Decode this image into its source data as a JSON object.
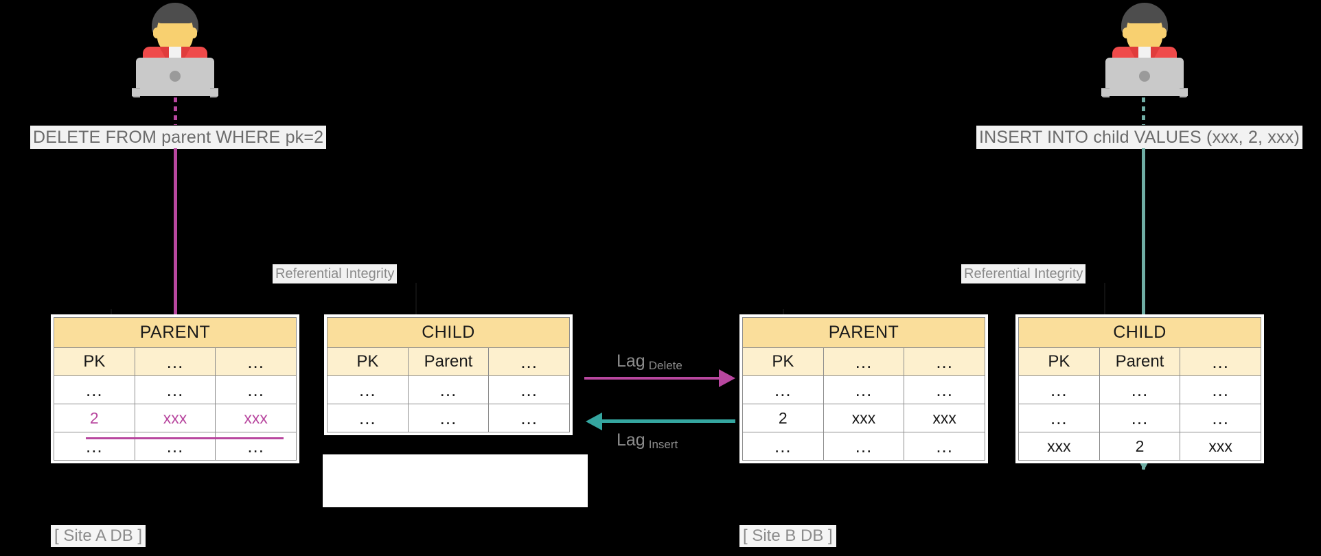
{
  "diagram": {
    "title": "Distributed DB referential integrity lag",
    "colors": {
      "delete_magenta": "#b8479f",
      "insert_teal": "#35a6a0",
      "table_title_bg": "#fade9b",
      "table_header_bg": "#fdf0ce",
      "background": "#000000"
    }
  },
  "left": {
    "sql": "DELETE FROM parent WHERE pk=2",
    "ri_label": "Referential Integrity",
    "site_label": "[ Site A DB ]",
    "parent_table": {
      "title": "PARENT",
      "headers": [
        "PK",
        "...",
        "..."
      ],
      "rows": [
        [
          "...",
          "...",
          "..."
        ],
        [
          "2",
          "xxx",
          "xxx"
        ],
        [
          "...",
          "...",
          "..."
        ]
      ]
    },
    "child_table": {
      "title": "CHILD",
      "headers": [
        "PK",
        "Parent",
        "..."
      ],
      "rows": [
        [
          "...",
          "...",
          "..."
        ],
        [
          "...",
          "...",
          "..."
        ]
      ]
    }
  },
  "middle": {
    "lag_delete": "Lag",
    "lag_delete_sub": "Delete",
    "lag_insert": "Lag",
    "lag_insert_sub": "Insert"
  },
  "right": {
    "sql": "INSERT INTO child VALUES (xxx, 2, xxx)",
    "ri_label": "Referential Integrity",
    "site_label": "[ Site B DB ]",
    "parent_table": {
      "title": "PARENT",
      "headers": [
        "PK",
        "...",
        "..."
      ],
      "rows": [
        [
          "...",
          "...",
          "..."
        ],
        [
          "2",
          "xxx",
          "xxx"
        ],
        [
          "...",
          "...",
          "..."
        ]
      ]
    },
    "child_table": {
      "title": "CHILD",
      "headers": [
        "PK",
        "Parent",
        "..."
      ],
      "rows": [
        [
          "...",
          "...",
          "..."
        ],
        [
          "...",
          "...",
          "..."
        ],
        [
          "xxx",
          "2",
          "xxx"
        ]
      ]
    }
  }
}
